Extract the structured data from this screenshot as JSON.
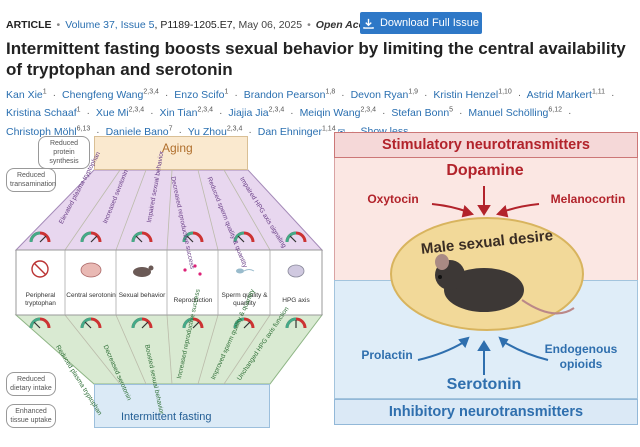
{
  "meta": {
    "article_label": "ARTICLE",
    "volume": "Volume 37, Issue 5",
    "pages": ", P1189-1205.E7,",
    "date": "May 06, 2025",
    "open_access": "Open Access",
    "download_label": "Download Full Issue",
    "download_icon": "download-icon"
  },
  "title": "Intermittent fasting boosts sexual behavior by limiting the central availability of tryptophan and serotonin",
  "authors": [
    {
      "name": "Kan Xie",
      "sup": "1"
    },
    {
      "name": "Chengfeng Wang",
      "sup": "2,3,4"
    },
    {
      "name": "Enzo Scifo",
      "sup": "1"
    },
    {
      "name": "Brandon Pearson",
      "sup": "1,8"
    },
    {
      "name": "Devon Ryan",
      "sup": "1,9"
    },
    {
      "name": "Kristin Henzel",
      "sup": "1,10"
    },
    {
      "name": "Astrid Markert",
      "sup": "1,11"
    },
    {
      "name": "Kristina Schaaf",
      "sup": "1"
    },
    {
      "name": "Xue Mi",
      "sup": "2,3,4"
    },
    {
      "name": "Xin Tian",
      "sup": "2,3,4"
    },
    {
      "name": "Jiajia Jia",
      "sup": "2,3,4"
    },
    {
      "name": "Meiqin Wang",
      "sup": "2,3,4"
    },
    {
      "name": "Stefan Bonn",
      "sup": "5"
    },
    {
      "name": "Manuel Schölling",
      "sup": "6,12"
    },
    {
      "name": "Christoph Möhl",
      "sup": "6,13"
    },
    {
      "name": "Daniele Bano",
      "sup": "7"
    },
    {
      "name": "Yu Zhou",
      "sup": "2,3,4"
    },
    {
      "name": "Dan Ehninger",
      "sup": "1,14"
    }
  ],
  "show_less": "Show less",
  "figure": {
    "aging_label": "Aging",
    "if_label": "Intermittent fasting",
    "bubbles": {
      "protein_synthesis": "Reduced protein synthesis",
      "transamination": "Reduced transamination",
      "dietary_intake": "Reduced dietary intake",
      "tissue_uptake": "Enhanced tissue uptake"
    },
    "columns": [
      "Peripheral tryptophan",
      "Central serotonin",
      "Sexual behavior",
      "Reproduction",
      "Sperm quality & quantity",
      "HPG axis"
    ],
    "aging_effects": [
      "Elevated plasma tryptophan",
      "Increased serotonin",
      "Impaired sexual behavior",
      "Decreased reproductive success",
      "Reduced sperm quality & quantity",
      "Impaired HPG axis signaling"
    ],
    "if_effects": [
      "Reduced plasma tryptophan",
      "Decreased serotonin",
      "Boosted sexual behavior",
      "Increased reproductive success",
      "Improved sperm quality & quantity",
      "Unchanged HPG axis function"
    ],
    "stimulatory_head": "Stimulatory neurotransmitters",
    "inhibitory_head": "Inhibitory neurotransmitters",
    "dopamine": "Dopamine",
    "oxytocin": "Oxytocin",
    "melanocortin": "Melanocortin",
    "center": "Male sexual desire",
    "prolactin": "Prolactin",
    "endogenous_opioids": "Endogenous opioids",
    "serotonin": "Serotonin"
  }
}
